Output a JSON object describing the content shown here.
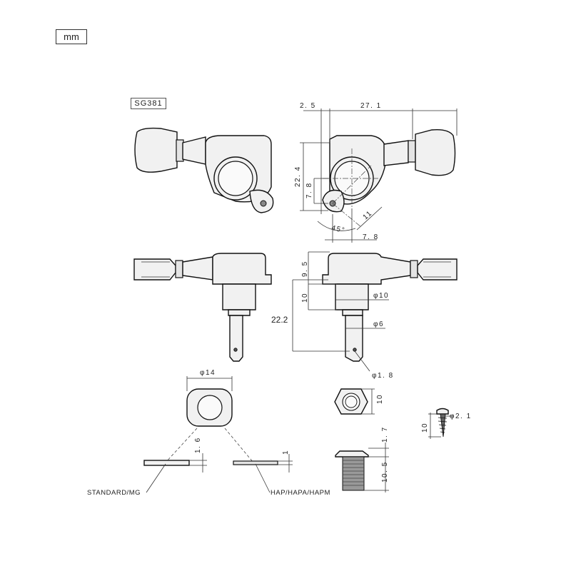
{
  "unit_label": "mm",
  "model_label": "SG381",
  "dimensions": {
    "top_offset": "2. 5",
    "top_width": "27. 1",
    "height_22_4": "22. 4",
    "height_7_8": "7. 8",
    "angle_45": "45°",
    "diag_11": "11",
    "bottom_7_8": "7. 8",
    "side_9_5": "9. 5",
    "side_10": "10",
    "side_22_2": "22.2",
    "dia_10": "φ10",
    "dia_6": "φ6",
    "dia_1_8": "φ1. 8",
    "washer_dia_14": "φ14",
    "washer_thick_1_6": "1. 6",
    "washer_thick_1": "1",
    "nut_10": "10",
    "bushing_1_7": "1. 7",
    "bushing_10_5": "10. 5",
    "screw_10": "10",
    "screw_dia_2_1": "φ2. 1"
  },
  "labels": {
    "standard": "STANDARD/MG",
    "hap": "HAP/HAPA/HAPM"
  }
}
